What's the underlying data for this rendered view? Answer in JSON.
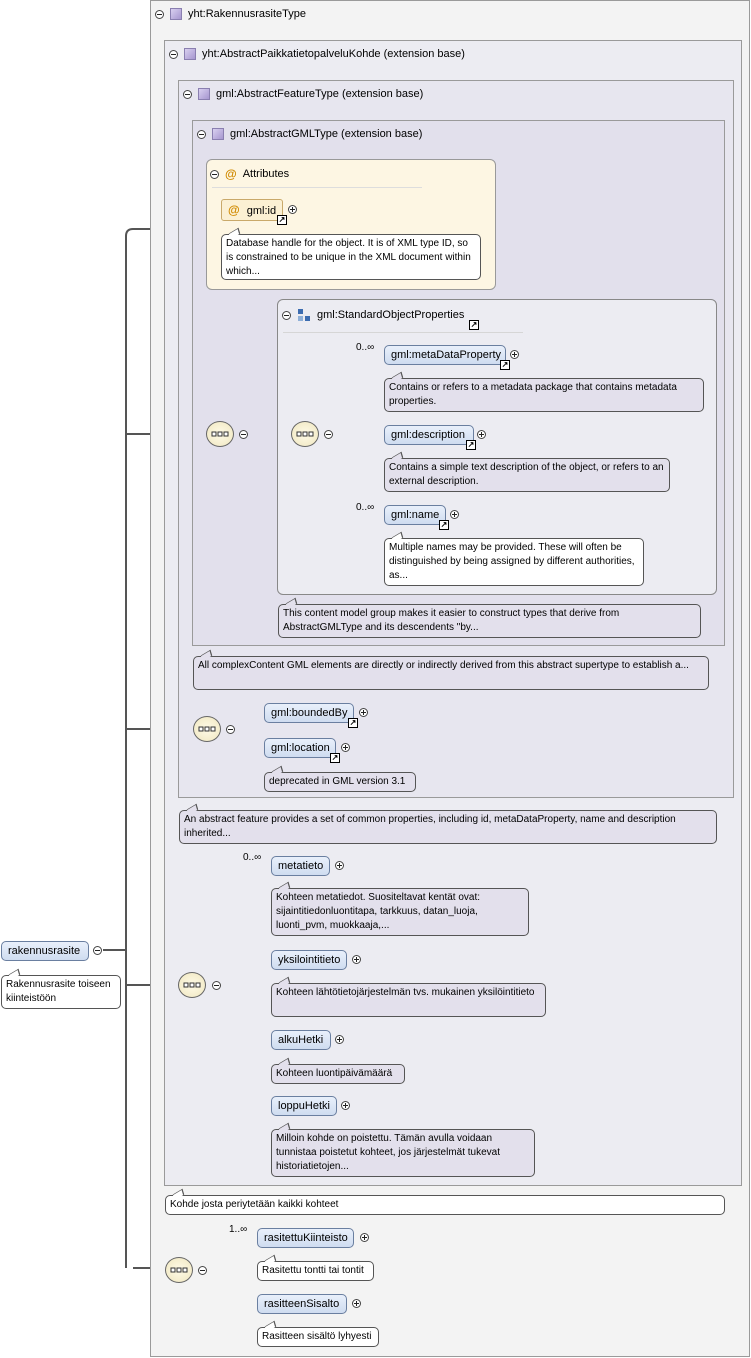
{
  "root": {
    "label": "yht:RakennusrasiteType"
  },
  "base1": {
    "label": "yht:AbstractPaikkatietopalveluKohde (extension base)"
  },
  "base2": {
    "label": "gml:AbstractFeatureType (extension base)"
  },
  "base3": {
    "label": "gml:AbstractGMLType (extension base)"
  },
  "attributes": {
    "label": "Attributes",
    "id_name": "gml:id",
    "id_doc": "Database handle for the object. It is of XML type ID, so is constrained to be unique in the XML document within which..."
  },
  "sop": {
    "label": "gml:StandardObjectProperties",
    "items": [
      {
        "name": "gml:metaDataProperty",
        "occ": "0..∞",
        "doc": "Contains or refers to a metadata package that contains metadata properties."
      },
      {
        "name": "gml:description",
        "occ": "",
        "doc": "Contains a simple text description of the object, or refers to an external description."
      },
      {
        "name": "gml:name",
        "occ": "0..∞",
        "doc": "Multiple names may be provided. These will often be distinguished by being assigned by different authorities, as..."
      }
    ],
    "group_doc": "This content model group makes it easier to construct types that derive from AbstractGMLType and its descendents \"by..."
  },
  "gml_type_doc": "All complexContent GML elements are directly or indirectly derived from this abstract supertype to establish a...",
  "feature_items": [
    {
      "name": "gml:boundedBy"
    },
    {
      "name": "gml:location",
      "doc": "deprecated in GML version 3.1"
    }
  ],
  "feature_doc": "An abstract feature provides a set of common properties, including id, metaDataProperty, name and description inherited...",
  "kohde_items": [
    {
      "name": "metatieto",
      "occ": "0..∞",
      "doc": "Kohteen metatiedot. Suositeltavat kentät ovat: sijaintitiedonluontitapa, tarkkuus, datan_luoja, luonti_pvm, muokkaaja,..."
    },
    {
      "name": "yksilointitieto",
      "occ": "",
      "doc": "Kohteen lähtötietojärjestelmän tvs. mukainen yksilöintitieto"
    },
    {
      "name": "alkuHetki",
      "occ": "",
      "doc": "Kohteen luontipäivämäärä"
    },
    {
      "name": "loppuHetki",
      "occ": "",
      "doc": "Milloin kohde on poistettu. Tämän avulla voidaan tunnistaa poistetut kohteet, jos järjestelmät tukevat historiatietojen..."
    }
  ],
  "kohde_doc": "Kohde josta periytetään kaikki kohteet",
  "rasite_items": [
    {
      "name": "rasitettuKiinteisto",
      "occ": "1..∞",
      "doc": "Rasitettu tontti tai tontit"
    },
    {
      "name": "rasitteenSisalto",
      "occ": "",
      "doc": "Rasitteen sisältö lyhyesti"
    }
  ],
  "element": {
    "name": "rakennusrasite",
    "doc": "Rakennusrasite toiseen kiinteistöön"
  }
}
